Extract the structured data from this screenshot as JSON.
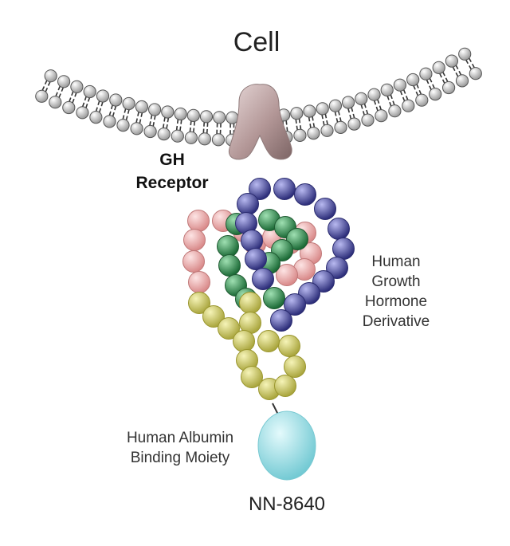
{
  "labels": {
    "cell": "Cell",
    "receptor_line1": "GH",
    "receptor_line2": "Receptor",
    "hormone_line1": "Human",
    "hormone_line2": "Growth",
    "hormone_line3": "Hormone",
    "hormone_line4": "Derivative",
    "albumin_line1": "Human Albumin",
    "albumin_line2": "Binding Moiety",
    "compound": "NN-8640"
  },
  "colors": {
    "membrane_bead": "#f4f4f4",
    "receptor": "#b49a9a",
    "chain_pink": "#f2a6a6",
    "chain_green": "#2f9a54",
    "chain_blue": "#5253a8",
    "chain_yellow": "#d6d36a",
    "albumin_binder": "#a8e4ea"
  },
  "icons": {
    "membrane": "lipid-bilayer-icon",
    "receptor": "receptor-icon",
    "protein": "peptide-chain-icon",
    "binder": "albumin-binder-icon"
  }
}
